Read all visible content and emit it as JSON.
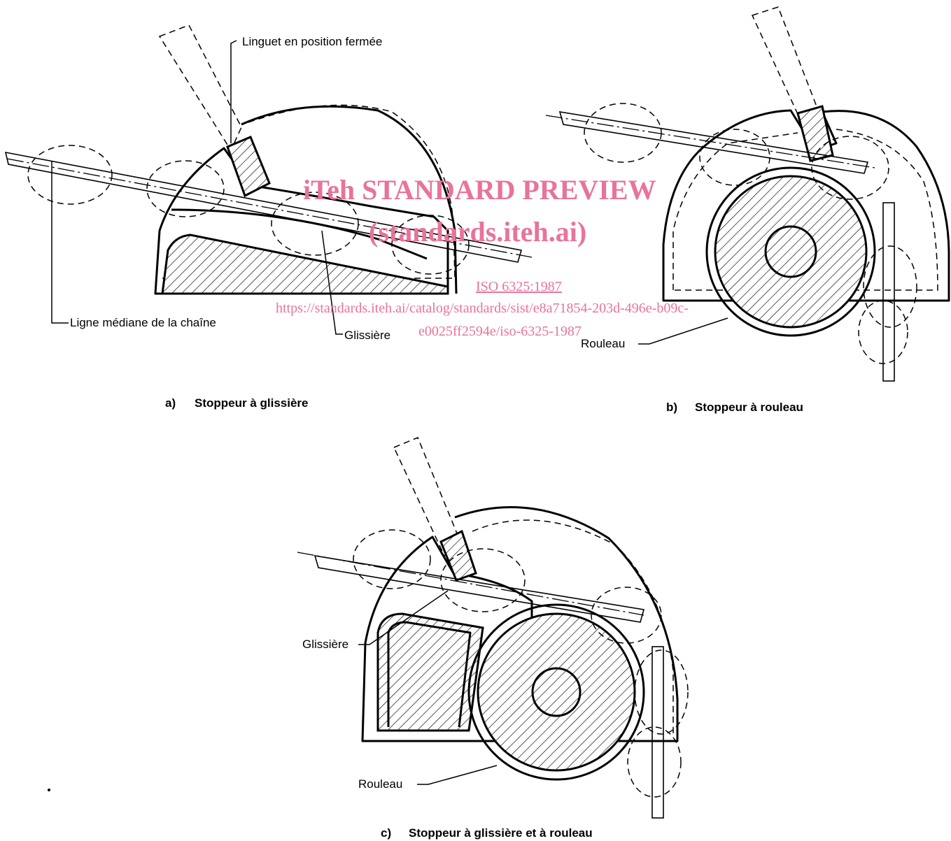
{
  "figures": [
    {
      "id": "a",
      "caption_letter": "a)",
      "caption": "Stoppeur à glissière",
      "labels": {
        "pawl": "Linguet en position fermée",
        "centerline": "Ligne médiane de la chaîne",
        "slide": "Glissière"
      }
    },
    {
      "id": "b",
      "caption_letter": "b)",
      "caption": "Stoppeur à rouleau",
      "labels": {
        "roller": "Rouleau"
      }
    },
    {
      "id": "c",
      "caption_letter": "c)",
      "caption": "Stoppeur à glissière et à rouleau",
      "labels": {
        "slide": "Glissière",
        "roller": "Rouleau"
      }
    }
  ],
  "watermark": {
    "title": "iTeh STANDARD PREVIEW",
    "site": "(standards.iteh.ai)",
    "standard": "ISO 6325:1987",
    "url_line1": "https://standards.iteh.ai/catalog/standards/sist/e8a71854-203d-496e-b09c-",
    "url_line2": "e0025ff2594e/iso-6325-1987",
    "color": "#e8739b"
  }
}
